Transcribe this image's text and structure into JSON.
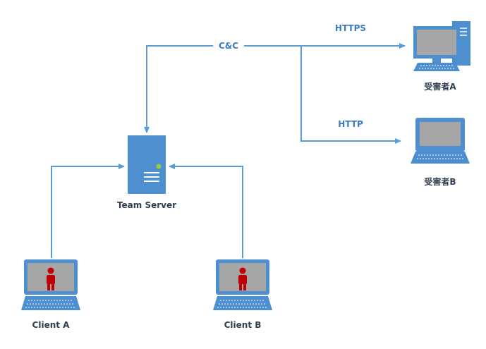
{
  "colors": {
    "line": "#5b9bd5",
    "node": "#4e8fd0",
    "screen": "#a6a6a6",
    "person": "#c00000",
    "label_link": "#3a7dbf",
    "label_node": "#2f3e4f",
    "led": "#9acd32"
  },
  "nodes": {
    "team_server": {
      "label": "Team Server",
      "icon": "server-icon"
    },
    "victim_a": {
      "label": "受害者A",
      "icon": "desktop-computer-icon"
    },
    "victim_b": {
      "label": "受害者B",
      "icon": "laptop-icon"
    },
    "client_a": {
      "label": "Client A",
      "icon": "laptop-user-icon"
    },
    "client_b": {
      "label": "Client B",
      "icon": "laptop-user-icon"
    }
  },
  "edges": {
    "cc": {
      "label": "C&C"
    },
    "https": {
      "label": "HTTPS"
    },
    "http": {
      "label": "HTTP"
    }
  }
}
